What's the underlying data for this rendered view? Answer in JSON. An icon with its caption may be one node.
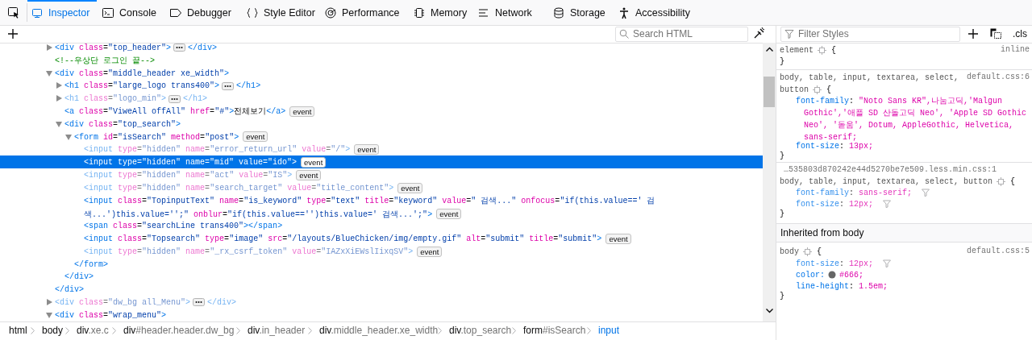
{
  "diagram": {
    "labels": [
      "Inspector",
      "Console",
      "Debugger",
      "Style Editor",
      "Performance",
      "Memory",
      "Network",
      "Storage",
      "Accessibility",
      "Search HTML",
      "Filter Styles",
      ".cls",
      "<div class=\"top_header\">",
      "</div>",
      "<!--우상단 로그인 끝-->",
      "<div class=\"middle_header xe_width\">",
      "<h1 class=\"large_logo trans400\">",
      "</h1>",
      "<h1 class=\"logo_min\">",
      "</h1>",
      "<a class=\"ViweAll offAll\" href=\"#\">전체보기</a>",
      "event",
      "<div class=\"top_search\">",
      "<form id=\"isSearch\" method=\"post\">",
      "event",
      "<input type=\"hidden\" name=\"error_return_url\" value=\"/\">",
      "event",
      "<input type=\"hidden\" name=\"mid\" value=\"ido\">",
      "event",
      "<input type=\"hidden\" name=\"act\" value=\"IS\">",
      "event",
      "<input type=\"hidden\" name=\"search_target\" value=\"title_content\">",
      "event",
      "<input class=\"TopinputText\" name=\"is_keyword\" type=\"text\" title=\"keyword\" value=\" 검색...\" onfocus=\"if(this.value==' 검색...')this.value='';\" onblur=\"if(this.value=='')this.value=' 검색...';\">",
      "event",
      "<span class=\"searchLine trans400\"></span>",
      "<input class=\"Topsearch\" type=\"image\" src=\"/layouts/BlueChicken/img/empty.gif\" alt=\"submit\" title=\"submit\">",
      "event",
      "<input type=\"hidden\" name=\"_rx_csrf_token\" value=\"IAZxXiEWslIixqSV\">",
      "event",
      "</form>",
      "</div>",
      "</div>",
      "<div class=\"dw_bg all_Menu\">",
      "</div>",
      "<div class=\"wrap_menu\">",
      "html",
      "body",
      "div.xe.c",
      "div#header.header.dw_bg",
      "div.in_header",
      "div.middle_header.xe_width",
      "div.top_search",
      "form#isSearch",
      "input",
      "element",
      "{",
      "inline",
      "}",
      "body, table, input, textarea, select, button",
      "{",
      "default.css:6",
      "font-family: \"Noto Sans KR\",나눔고딕,'Malgun Gothic','애플 SD 산돌고딕 Neo', 'Apple SD Gothic Neo', '돋움', Dotum, AppleGothic, Helvetica, sans-serif;",
      "font-size: 13px;",
      "}",
      "…535803d870242e44d5270be7e509.less.min.css:1",
      "body, table, input, textarea, select, button",
      "{",
      "font-family: sans-serif;",
      "font-size: 12px;",
      "}",
      "Inherited from body",
      "body",
      "{",
      "default.css:5",
      "font-size: 12px;",
      "color:",
      "#666;",
      "line-height: 1.5em;",
      "}"
    ]
  }
}
